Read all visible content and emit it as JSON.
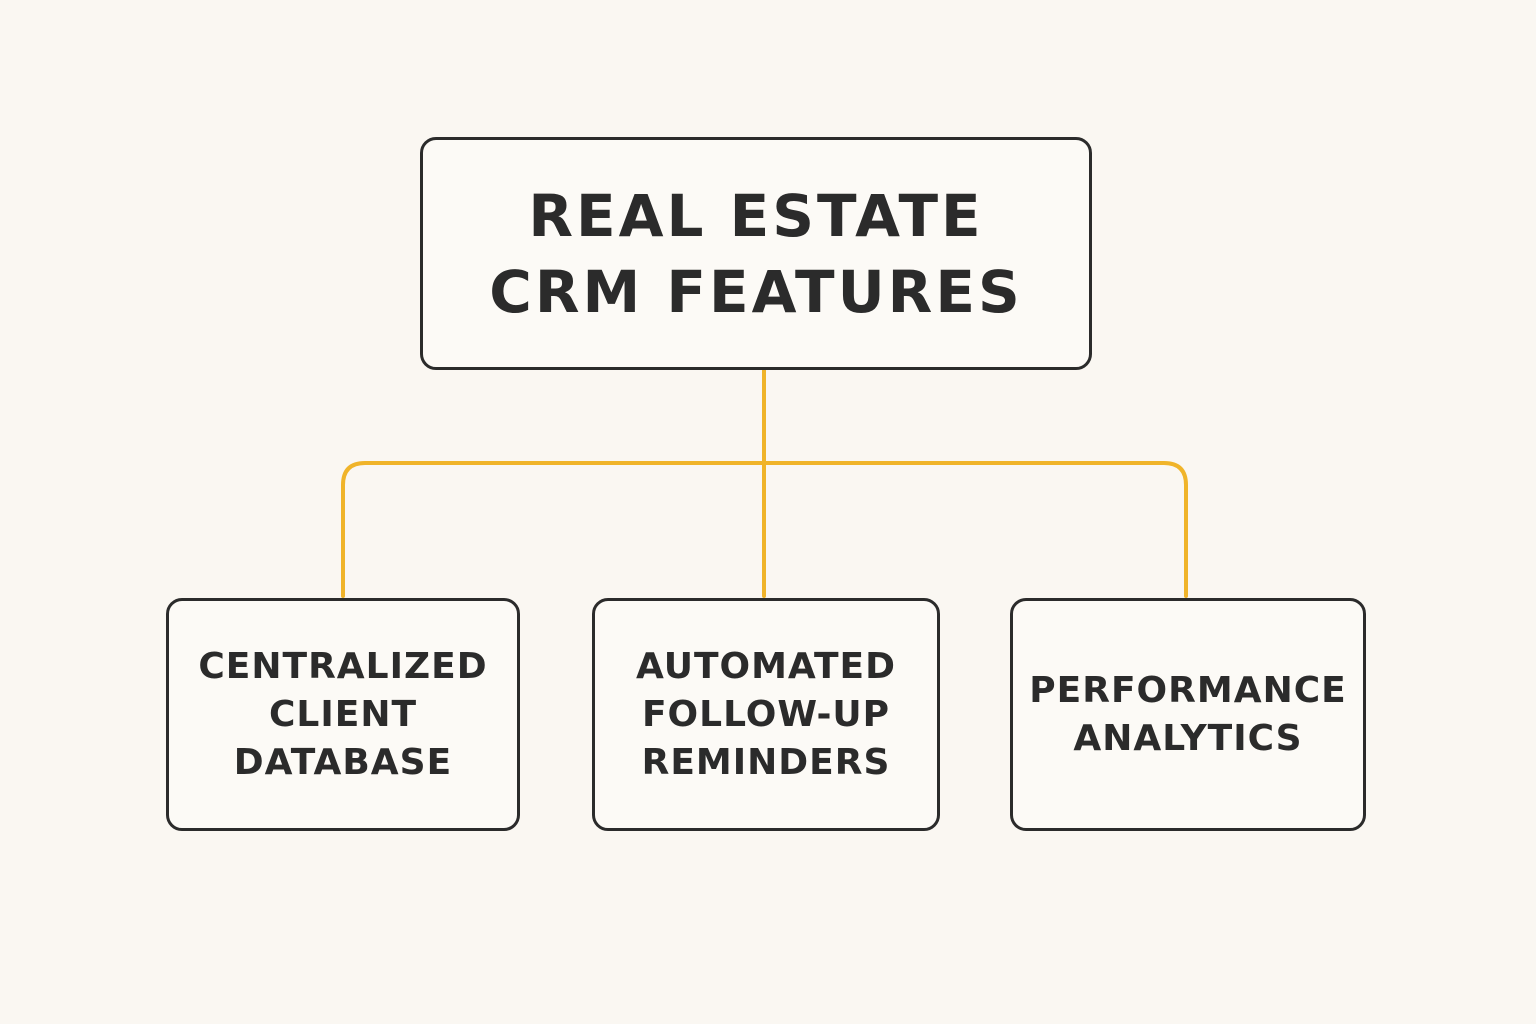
{
  "colors": {
    "background": "#faf7f2",
    "box_border": "#2b2b2b",
    "text": "#2b2b2b",
    "connector": "#f0b42a"
  },
  "root": {
    "lines": [
      "REAL ESTATE",
      "CRM FEATURES"
    ]
  },
  "children": [
    {
      "lines": [
        "CENTRALIZED",
        "CLIENT",
        "DATABASE"
      ]
    },
    {
      "lines": [
        "AUTOMATED",
        "FOLLOW-UP",
        "REMINDERS"
      ]
    },
    {
      "lines": [
        "PERFORMANCE",
        "ANALYTICS"
      ]
    }
  ]
}
